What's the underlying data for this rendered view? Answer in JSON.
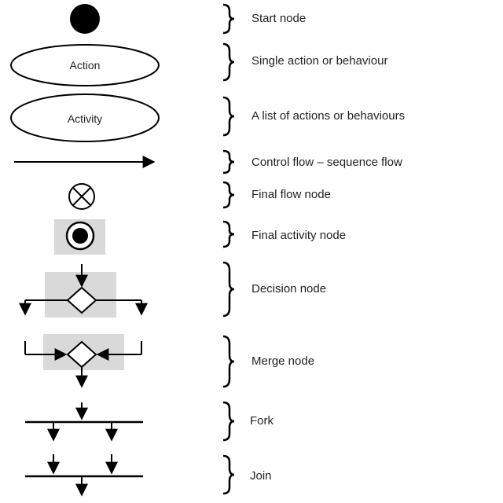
{
  "legend": {
    "start_node": {
      "description": "Start node"
    },
    "action": {
      "shape_text": "Action",
      "description": "Single action or behaviour"
    },
    "activity": {
      "shape_text": "Activity",
      "description": "A list of actions or behaviours"
    },
    "control_flow": {
      "description": "Control flow – sequence flow"
    },
    "final_flow_node": {
      "description": "Final flow node"
    },
    "final_activity_node": {
      "description": "Final activity node"
    },
    "decision_node": {
      "description": "Decision node"
    },
    "merge_node": {
      "description": "Merge node"
    },
    "fork": {
      "description": "Fork"
    },
    "join": {
      "description": "Join"
    }
  },
  "colors": {
    "stroke": "#000000",
    "highlight": "#d9d9d9",
    "text": "#222222"
  }
}
